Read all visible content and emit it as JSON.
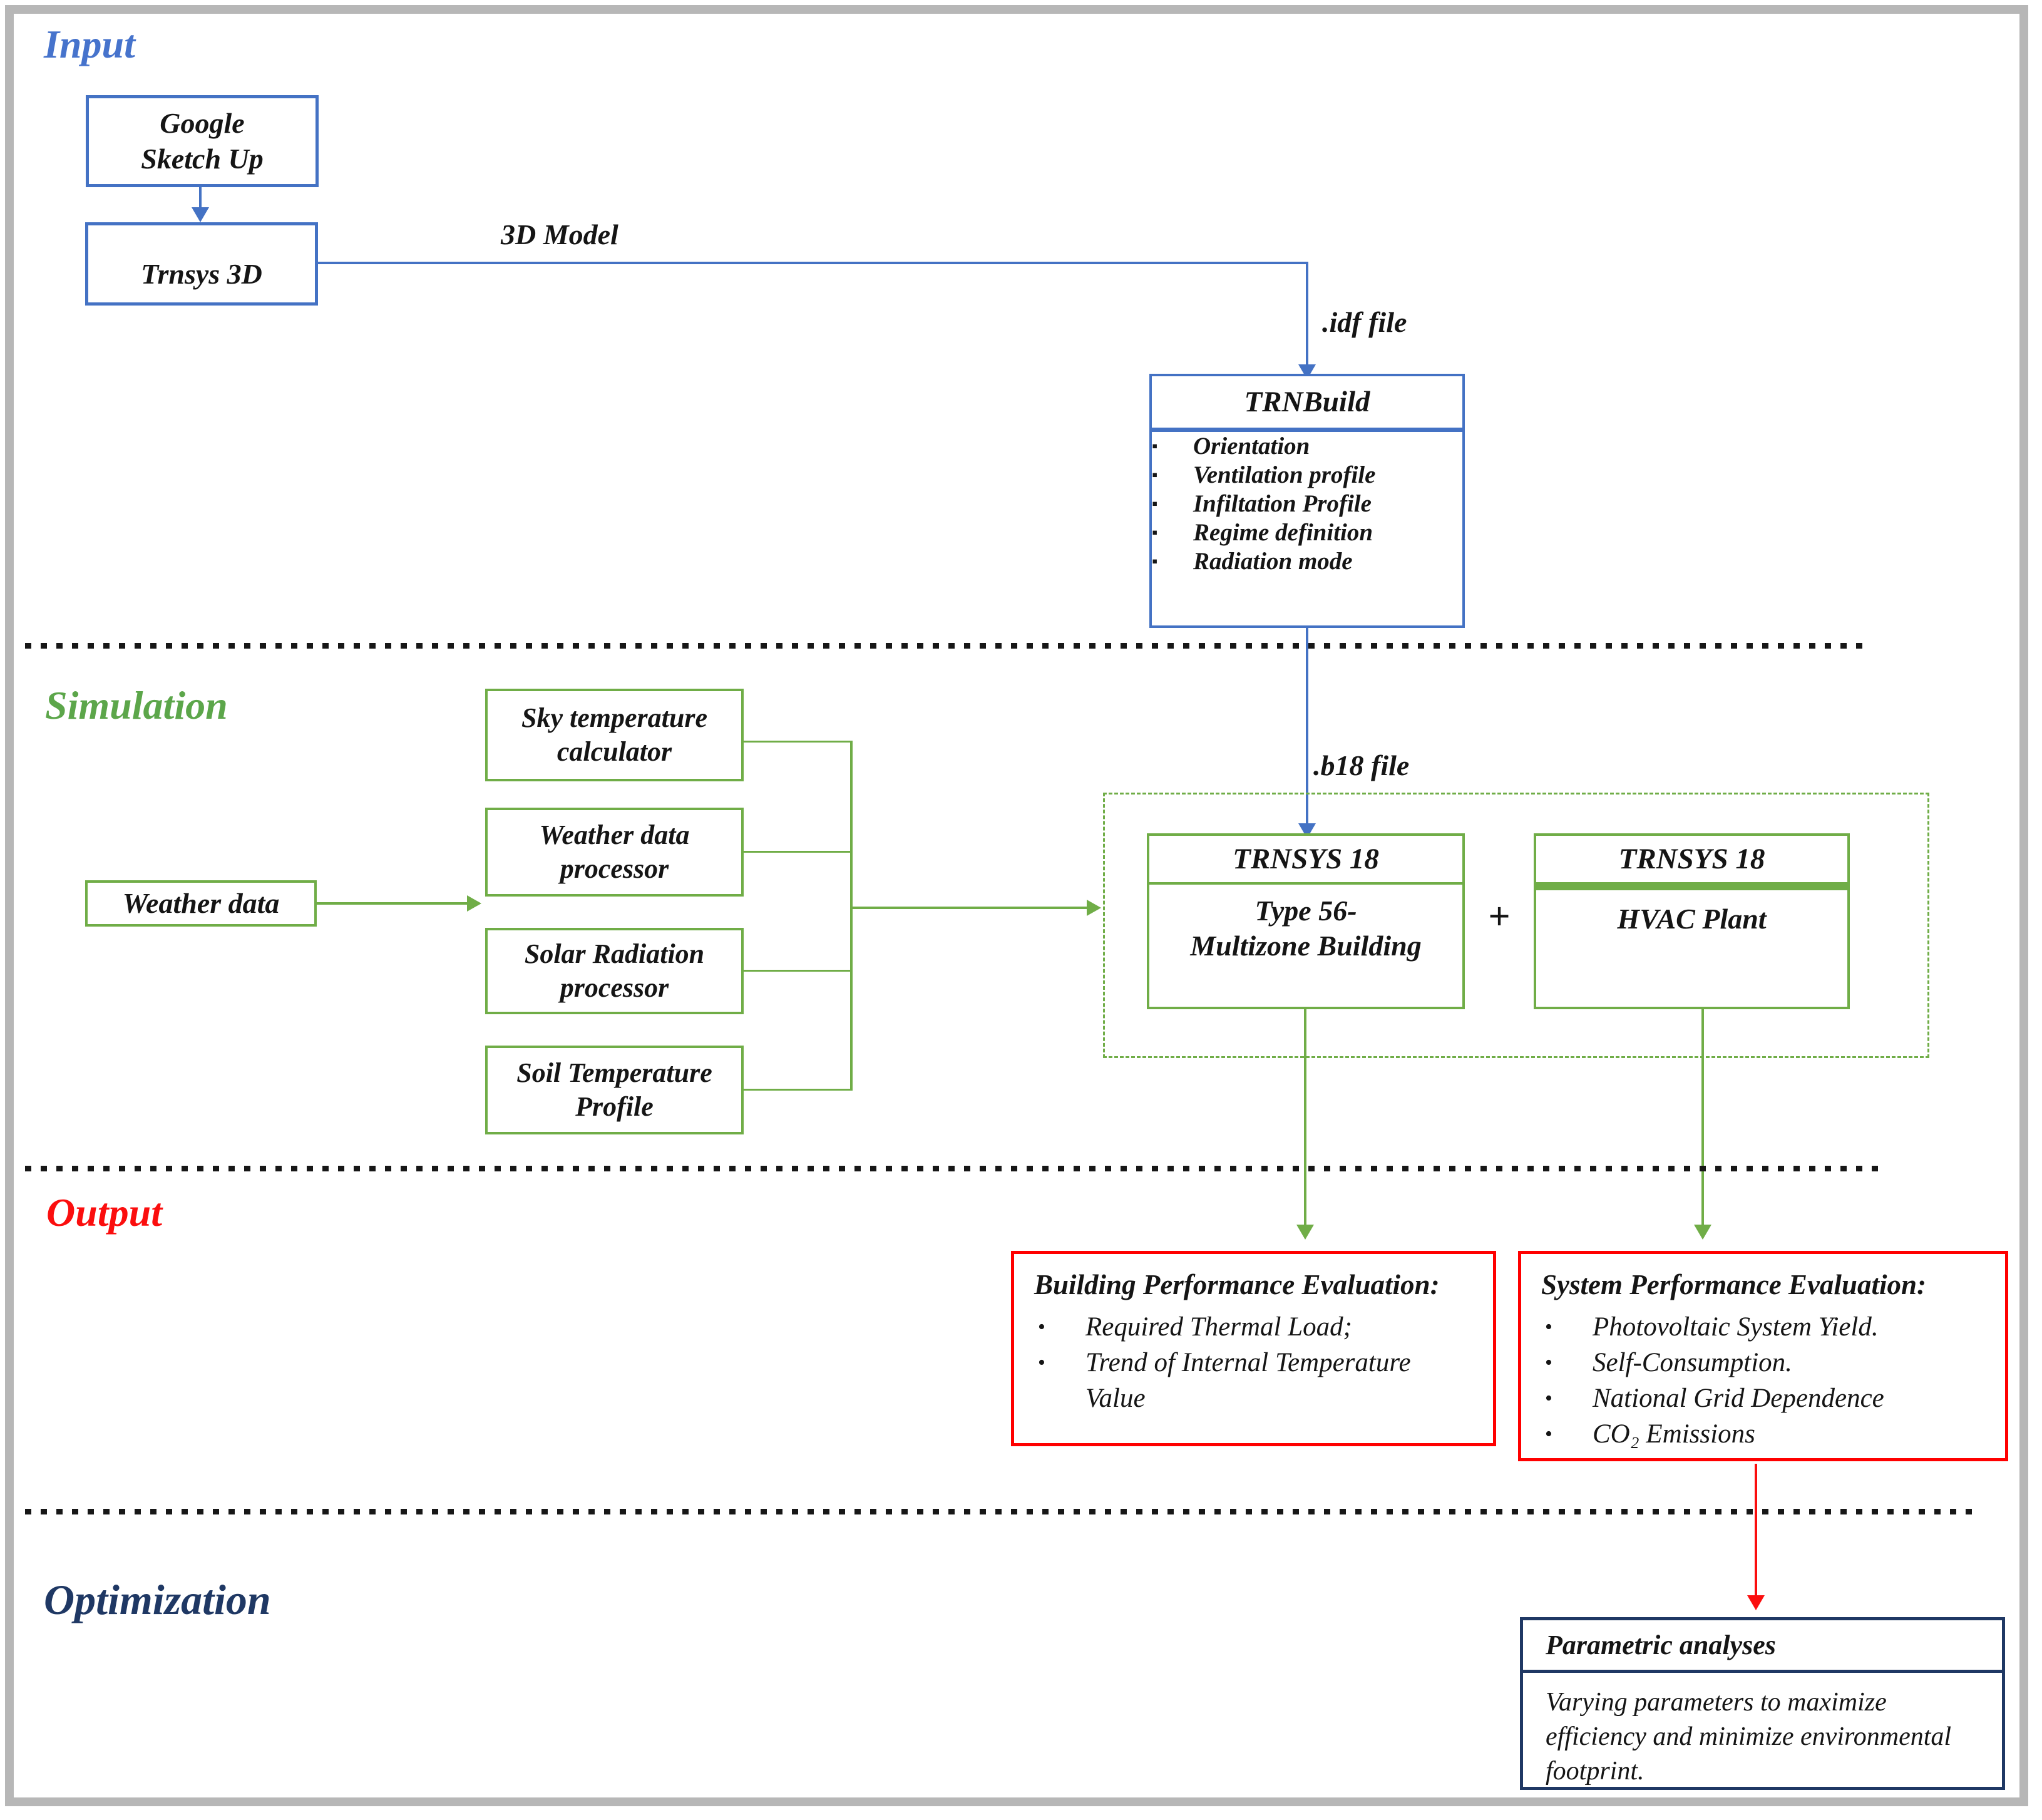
{
  "colors": {
    "blue_accent": "#4472c4",
    "green_accent": "#70ad47",
    "red_accent": "#ff0000",
    "navy_accent": "#1f3864",
    "input_title": "#4673cc",
    "simulation_title": "#5ca64a",
    "output_title": "#fb0e0e",
    "optimization_title": "#1f3864",
    "frame_gray": "#b7b7b7",
    "separator_dots": "#171717"
  },
  "sections": {
    "input": {
      "title": "Input",
      "google_box": {
        "line1": "Google",
        "line2": "Sketch Up"
      },
      "trnsys3d_box": {
        "label": "Trnsys 3D"
      },
      "edge_labels": {
        "model_3d": "3D Model",
        "idf_file": ".idf file"
      },
      "trnbuild": {
        "title": "TRNBuild",
        "items": [
          "Orientation",
          "Ventilation profile",
          "Infiltation Profile",
          "Regime definition",
          "Radiation mode"
        ]
      }
    },
    "simulation": {
      "title": "Simulation",
      "weather_box": {
        "label": "Weather data"
      },
      "processors": [
        {
          "label": "Sky temperature calculator"
        },
        {
          "label": "Weather data processor"
        },
        {
          "label": "Solar Radiation processor"
        },
        {
          "label": "Soil Temperature Profile"
        }
      ],
      "edge_labels": {
        "b18_file": ".b18 file",
        "plus": "+"
      },
      "trnsys_building": {
        "header": "TRNSYS 18",
        "body_line1": "Type 56-",
        "body_line2": "Multizone Building"
      },
      "trnsys_hvac": {
        "header": "TRNSYS 18",
        "body": "HVAC Plant"
      }
    },
    "output": {
      "title": "Output",
      "building_eval": {
        "title": "Building Performance Evaluation:",
        "items": [
          "Required Thermal Load;",
          "Trend of Internal Temperature Value"
        ]
      },
      "system_eval": {
        "title": "System Performance Evaluation:",
        "items": [
          "Photovoltaic System Yield.",
          "Self-Consumption.",
          "National Grid Dependence",
          "CO₂ Emissions"
        ]
      }
    },
    "optimization": {
      "title": "Optimization",
      "parametric": {
        "title": "Parametric analyses",
        "body": "Varying parameters to maximize efficiency and minimize environmental footprint."
      }
    }
  }
}
